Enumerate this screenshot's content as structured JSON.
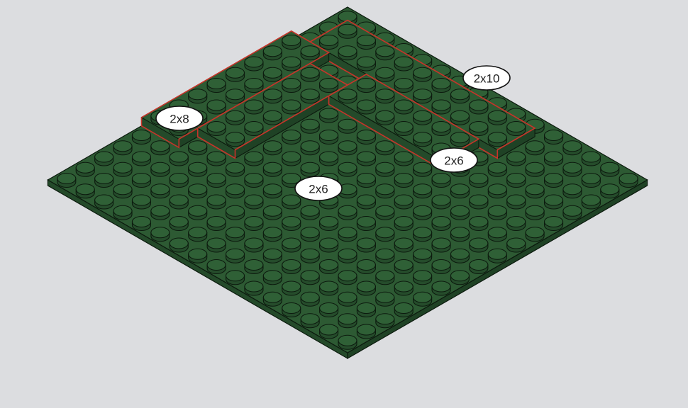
{
  "colors": {
    "background": "#dcdde0",
    "plate_top": "#2d5a33",
    "plate_left": "#244a2a",
    "plate_right": "#1f4225",
    "stud_top": "#2f6036",
    "stud_side": "#254c2b",
    "outline": "#0c1a0e",
    "seam": "#c8342a",
    "callout_fill": "#ffffff",
    "callout_stroke": "#111111"
  },
  "baseplate": {
    "studs_per_side": 16
  },
  "plates": [
    {
      "label": "2x10",
      "width": 2,
      "length": 10
    },
    {
      "label": "2x8",
      "width": 2,
      "length": 8
    },
    {
      "label": "2x6",
      "width": 2,
      "length": 6
    },
    {
      "label": "2x6",
      "width": 2,
      "length": 6
    }
  ],
  "callouts": [
    {
      "text": "2x10"
    },
    {
      "text": "2x8"
    },
    {
      "text": "2x6"
    },
    {
      "text": "2x6"
    }
  ]
}
